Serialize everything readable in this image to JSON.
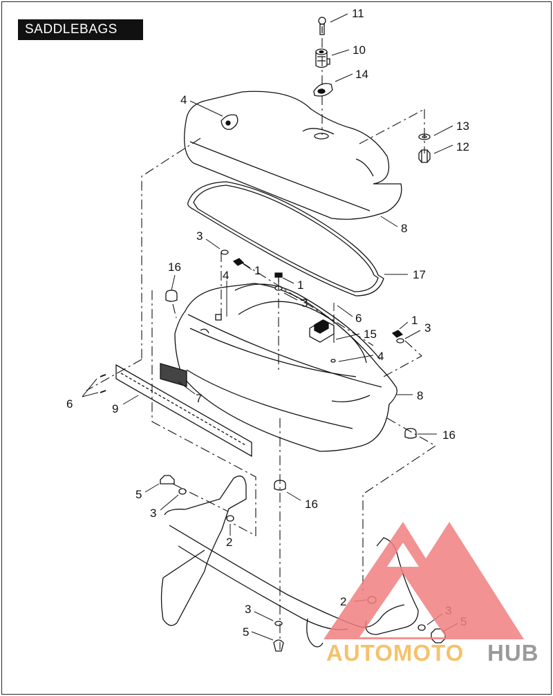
{
  "title": "SADDLEBAGS",
  "callouts": [
    {
      "id": "c11",
      "text": "11"
    },
    {
      "id": "c10",
      "text": "10"
    },
    {
      "id": "c14",
      "text": "14"
    },
    {
      "id": "c4a",
      "text": "4"
    },
    {
      "id": "c13",
      "text": "13"
    },
    {
      "id": "c12",
      "text": "12"
    },
    {
      "id": "c8a",
      "text": "8"
    },
    {
      "id": "c3a",
      "text": "3"
    },
    {
      "id": "c1a",
      "text": "1"
    },
    {
      "id": "c16a",
      "text": "16"
    },
    {
      "id": "c4b",
      "text": "4"
    },
    {
      "id": "c1b",
      "text": "1"
    },
    {
      "id": "c17",
      "text": "17"
    },
    {
      "id": "c3b",
      "text": "3"
    },
    {
      "id": "c6a",
      "text": "6"
    },
    {
      "id": "c1c",
      "text": "1"
    },
    {
      "id": "c3c",
      "text": "3"
    },
    {
      "id": "c15",
      "text": "15"
    },
    {
      "id": "c4c",
      "text": "4"
    },
    {
      "id": "c6b",
      "text": "6"
    },
    {
      "id": "c9",
      "text": "9"
    },
    {
      "id": "c7",
      "text": "7"
    },
    {
      "id": "c8b",
      "text": "8"
    },
    {
      "id": "c16b",
      "text": "16"
    },
    {
      "id": "c16c",
      "text": "16"
    },
    {
      "id": "c5a",
      "text": "5"
    },
    {
      "id": "c3d",
      "text": "3"
    },
    {
      "id": "c2a",
      "text": "2"
    },
    {
      "id": "c2b",
      "text": "2"
    },
    {
      "id": "c3e",
      "text": "3"
    },
    {
      "id": "c5b",
      "text": "5"
    },
    {
      "id": "c3f",
      "text": "3"
    },
    {
      "id": "c5c",
      "text": "5"
    }
  ],
  "watermark": {
    "part1": "AUTOMOTO",
    "part2": "HUB",
    "color1": "#f5c26b",
    "color2": "#9a9a9a",
    "logo_color": "#f07f7f"
  }
}
